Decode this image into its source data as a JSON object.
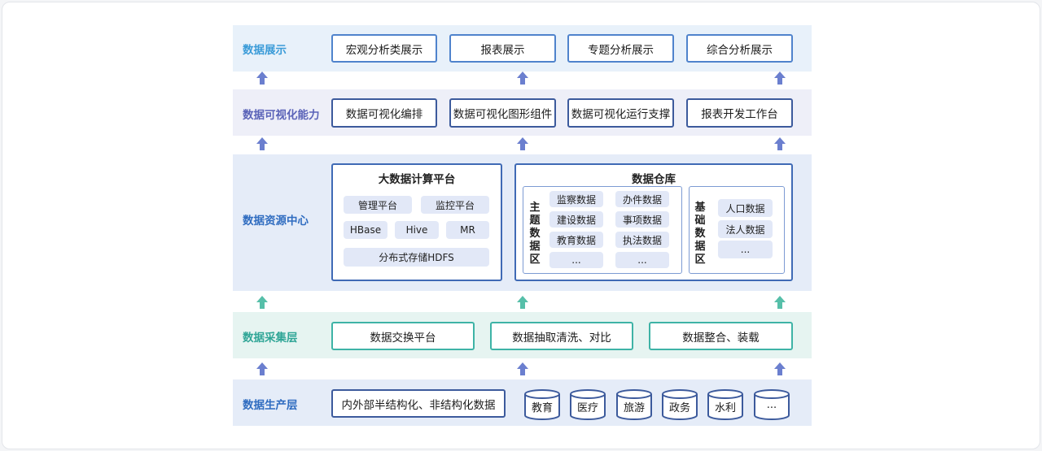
{
  "layers": {
    "display": {
      "label": "数据展示",
      "items": [
        "宏观分析类展示",
        "报表展示",
        "专题分析展示",
        "综合分析展示"
      ]
    },
    "visualization": {
      "label": "数据可视化能力",
      "items": [
        "数据可视化编排",
        "数据可视化图形组件",
        "数据可视化运行支撑",
        "报表开发工作台"
      ]
    },
    "resource": {
      "label": "数据资源中心",
      "bigdata": {
        "title": "大数据计算平台",
        "chips": [
          "管理平台",
          "监控平台",
          "HBase",
          "Hive",
          "MR",
          "分布式存储HDFS"
        ]
      },
      "warehouse": {
        "title": "数据仓库",
        "theme_zone": {
          "label": "主题数据区",
          "chips": [
            "监察数据",
            "办件数据",
            "建设数据",
            "事项数据",
            "教育数据",
            "执法数据",
            "...",
            "..."
          ]
        },
        "base_zone": {
          "label": "基础数据区",
          "chips": [
            "人口数据",
            "法人数据",
            "..."
          ]
        }
      }
    },
    "collection": {
      "label": "数据采集层",
      "items": [
        "数据交换平台",
        "数据抽取清洗、对比",
        "数据整合、装载"
      ]
    },
    "production": {
      "label": "数据生产层",
      "source": "内外部半结构化、非结构化数据",
      "dbs": [
        "教育",
        "医疗",
        "旅游",
        "政务",
        "水利",
        "..."
      ]
    }
  },
  "colors": {
    "display_label": "#3a9bd8",
    "visualization_label": "#5a63b8",
    "resource_label": "#2f6cc0",
    "collection_label": "#2fa596",
    "production_label": "#2f6cc0",
    "display_band": "#e8f1fa",
    "visualization_band": "#eeeff8",
    "resource_band": "#e5ecf8",
    "collection_band": "#e6f4f1",
    "production_band": "#e5ecf8"
  }
}
